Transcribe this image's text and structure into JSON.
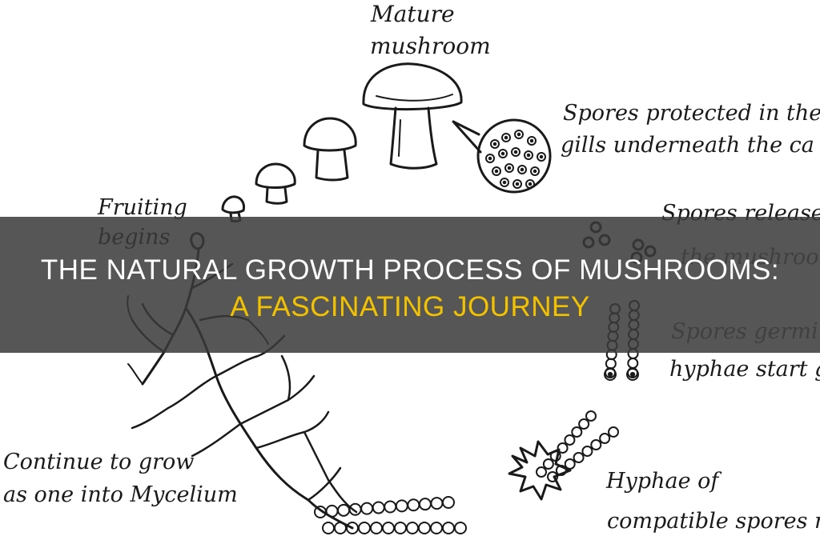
{
  "title": {
    "line1": "THE NATURAL GROWTH PROCESS OF MUSHROOMS:",
    "line2": "A FASCINATING JOURNEY",
    "line1_color": "#ffffff",
    "line2_color": "#f2c200",
    "banner_color": "#3a3a3a"
  },
  "labels": {
    "mature_line1": "Mature",
    "mature_line2": "mushroom",
    "spores_protected_line1": "Spores protected in the",
    "spores_protected_line2": "gills underneath the ca",
    "spores_released_line1": "Spores release",
    "spores_released_line2": "the mushroom",
    "spores_germinate_line1": "Spores germi",
    "spores_germinate_line2": "hyphae start g",
    "fruiting_line1": "Fruiting",
    "fruiting_line2": "begins",
    "continue_line1": "Continue to grow",
    "continue_line2": "as one into Mycelium",
    "hyphae_line1": "Hyphae of",
    "hyphae_line2": "compatible spores m"
  }
}
